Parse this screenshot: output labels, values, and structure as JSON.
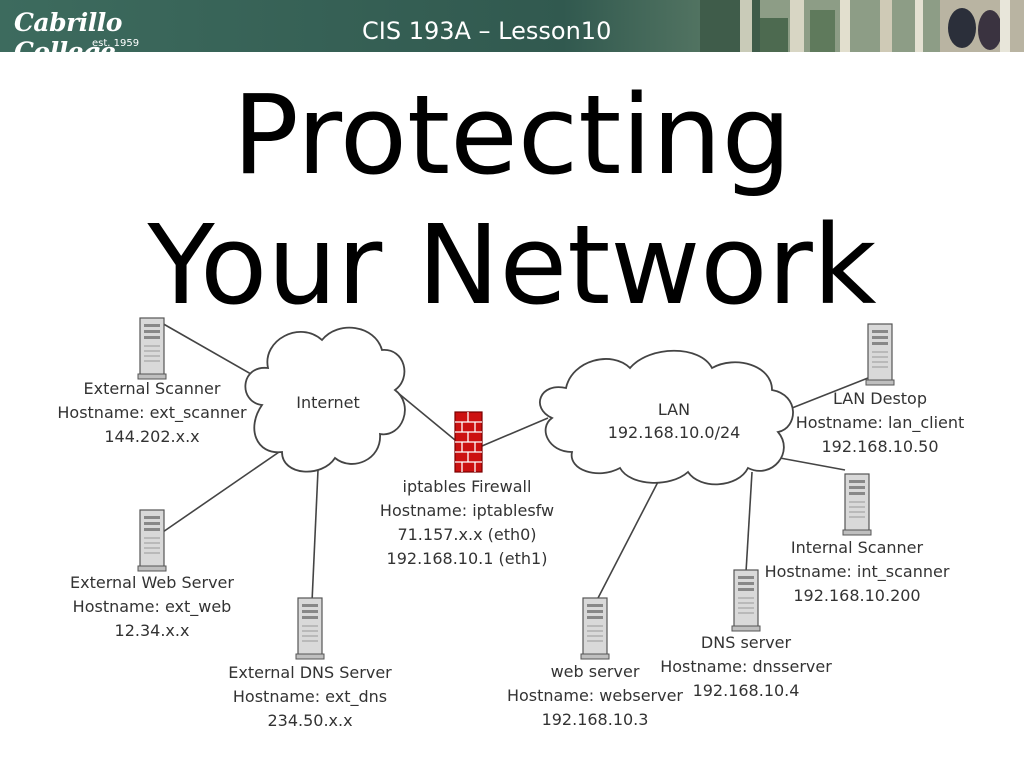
{
  "header": {
    "logo_text": "Cabrillo College",
    "logo_est": "est. 1959",
    "course_title": "CIS 193A – Lesson10"
  },
  "title": {
    "line1": "Protecting",
    "line2": "Your Network"
  },
  "diagram": {
    "clouds": {
      "internet": {
        "label": "Internet"
      },
      "lan": {
        "label": "LAN",
        "subnet": "192.168.10.0/24"
      }
    },
    "firewall": {
      "name": "iptables Firewall",
      "hostname": "Hostname: iptablesfw",
      "ip1": "71.157.x.x (eth0)",
      "ip2": "192.168.10.1 (eth1)"
    },
    "nodes": {
      "ext_scanner": {
        "name": "External Scanner",
        "hostname": "Hostname: ext_scanner",
        "ip": "144.202.x.x"
      },
      "ext_web": {
        "name": "External Web Server",
        "hostname": "Hostname: ext_web",
        "ip": "12.34.x.x"
      },
      "ext_dns": {
        "name": "External DNS Server",
        "hostname": "Hostname: ext_dns",
        "ip": "234.50.x.x"
      },
      "lan_client": {
        "name": "LAN Destop",
        "hostname": "Hostname: lan_client",
        "ip": "192.168.10.50"
      },
      "int_scanner": {
        "name": "Internal Scanner",
        "hostname": "Hostname: int_scanner",
        "ip": "192.168.10.200"
      },
      "dns_server": {
        "name": "DNS server",
        "hostname": "Hostname: dnsserver",
        "ip": "192.168.10.4"
      },
      "web_server": {
        "name": "web server",
        "hostname": "Hostname: webserver",
        "ip": "192.168.10.3"
      }
    },
    "icons": {
      "server": "server-tower-icon",
      "firewall": "brick-firewall-icon",
      "cloud": "cloud-icon"
    },
    "colors": {
      "firewall_brick": "#cc1111",
      "label_text": "#333333",
      "line": "#444444"
    }
  }
}
